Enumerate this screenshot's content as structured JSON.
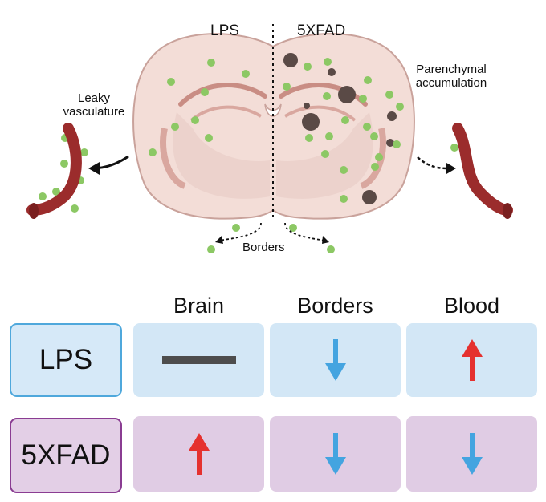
{
  "labels": {
    "lps": "LPS",
    "fivexfad": "5XFAD",
    "leaky": "Leaky vasculature",
    "parenchymal": "Parenchymal accumulation",
    "borders": "Borders"
  },
  "table": {
    "columns": [
      "Brain",
      "Borders",
      "Blood"
    ],
    "rows": [
      {
        "name": "LPS",
        "cells": [
          "unchanged",
          "decrease",
          "increase"
        ]
      },
      {
        "name": "5XFAD",
        "cells": [
          "increase",
          "decrease",
          "decrease"
        ]
      }
    ]
  },
  "colors": {
    "lps_fill": "#d6e9f8",
    "lps_border": "#4fa8dc",
    "fxfad_fill": "#e3cfe6",
    "fxfad_border": "#8a3c92",
    "up_arrow": "#e5312f",
    "down_arrow": "#44a4e0",
    "bar": "#4d4d4d",
    "particle": "#8cc864",
    "vessel": "#9b2c2c",
    "brain": "#f3ddd7"
  }
}
